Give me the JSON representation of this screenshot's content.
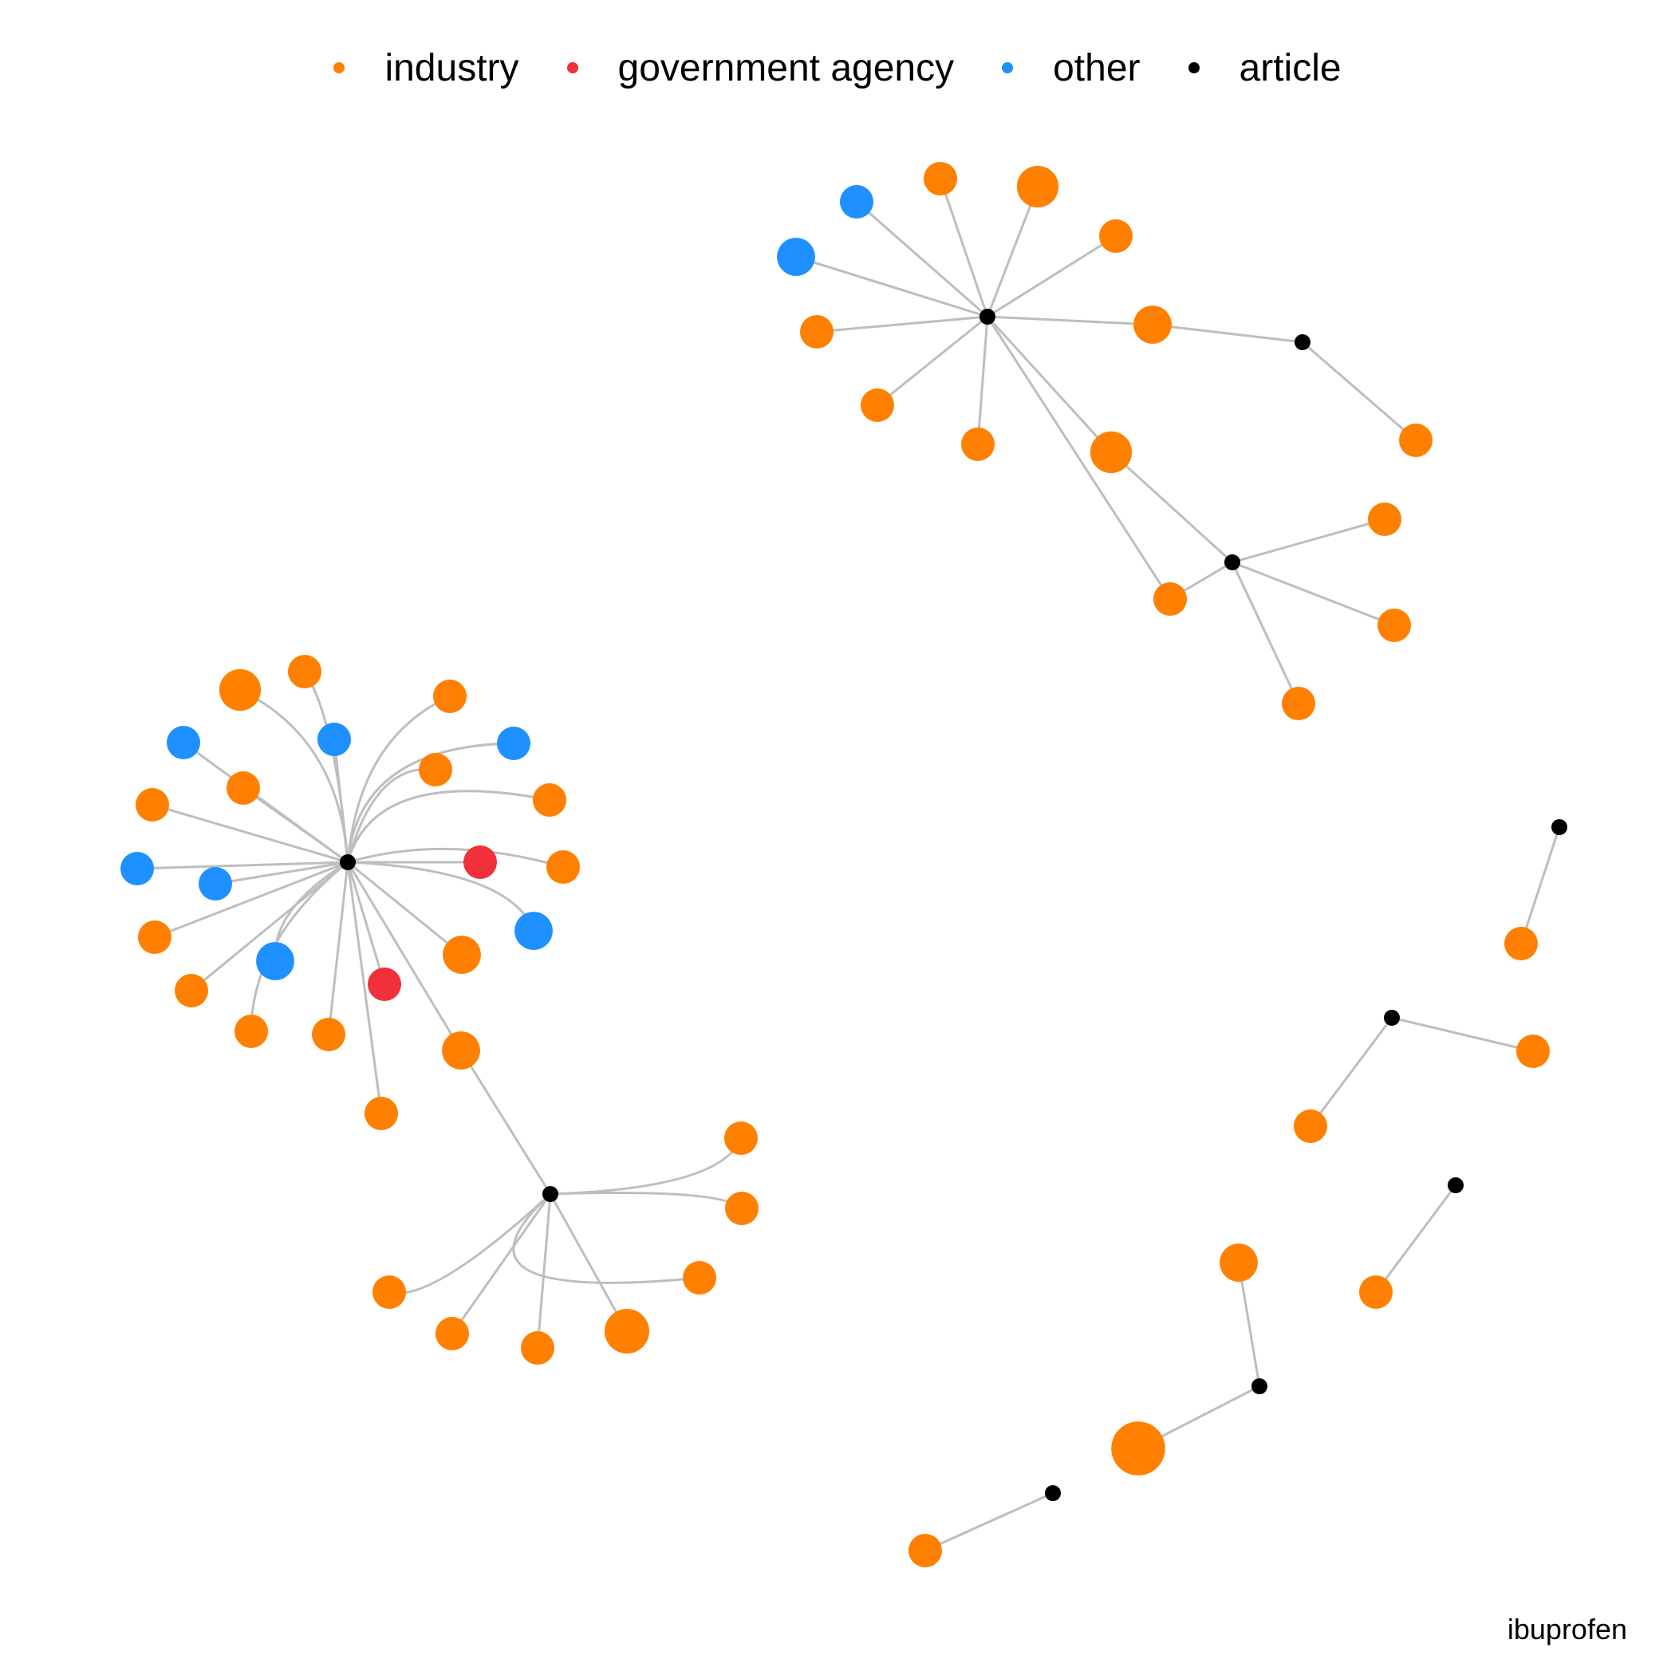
{
  "legend": {
    "items": [
      {
        "label": "industry",
        "color": "#FF8000"
      },
      {
        "label": "government agency",
        "color": "#F0303A"
      },
      {
        "label": "other",
        "color": "#1E90FF"
      },
      {
        "label": "article",
        "color": "#000000"
      }
    ]
  },
  "caption": "ibuprofen",
  "colors": {
    "edge": "#BEBEBE"
  },
  "network": {
    "nodes": [
      {
        "id": "A1",
        "type": "article"
      },
      {
        "id": "A2",
        "type": "article"
      },
      {
        "id": "A3",
        "type": "article"
      },
      {
        "id": "A4",
        "type": "article"
      },
      {
        "id": "A5",
        "type": "article"
      },
      {
        "id": "A6",
        "type": "article"
      },
      {
        "id": "A7",
        "type": "article"
      },
      {
        "id": "A8",
        "type": "article"
      },
      {
        "id": "A9",
        "type": "article"
      },
      {
        "id": "A10",
        "type": "article"
      },
      {
        "id": "b1",
        "type": "industry",
        "weight": 1
      },
      {
        "id": "b2",
        "type": "industry",
        "weight": 3
      },
      {
        "id": "b3",
        "type": "industry",
        "weight": 1
      },
      {
        "id": "b4",
        "type": "other",
        "weight": 1
      },
      {
        "id": "b5",
        "type": "industry",
        "weight": 1
      },
      {
        "id": "b6",
        "type": "industry",
        "weight": 1
      },
      {
        "id": "b7",
        "type": "other",
        "weight": 1
      },
      {
        "id": "b8",
        "type": "other",
        "weight": 1
      },
      {
        "id": "b9",
        "type": "industry",
        "weight": 1
      },
      {
        "id": "b10",
        "type": "industry",
        "weight": 1
      },
      {
        "id": "b11",
        "type": "industry",
        "weight": 1
      },
      {
        "id": "b12",
        "type": "other",
        "weight": 1
      },
      {
        "id": "b13",
        "type": "other",
        "weight": 1
      },
      {
        "id": "b14",
        "type": "government agency",
        "weight": 1
      },
      {
        "id": "b15",
        "type": "industry",
        "weight": 1
      },
      {
        "id": "b16",
        "type": "other",
        "weight": 2
      },
      {
        "id": "b17",
        "type": "industry",
        "weight": 1
      },
      {
        "id": "b18",
        "type": "other",
        "weight": 2
      },
      {
        "id": "b19",
        "type": "industry",
        "weight": 1
      },
      {
        "id": "b20",
        "type": "industry",
        "weight": 2
      },
      {
        "id": "b21",
        "type": "government agency",
        "weight": 1
      },
      {
        "id": "b22",
        "type": "industry",
        "weight": 1
      },
      {
        "id": "b23",
        "type": "industry",
        "weight": 1
      },
      {
        "id": "b24",
        "type": "industry",
        "weight": 2
      },
      {
        "id": "c1",
        "type": "industry",
        "weight": 1
      },
      {
        "id": "c2",
        "type": "industry",
        "weight": 1
      },
      {
        "id": "c3",
        "type": "industry",
        "weight": 1
      },
      {
        "id": "c4",
        "type": "industry",
        "weight": 1
      },
      {
        "id": "c5",
        "type": "industry",
        "weight": 1
      },
      {
        "id": "c6",
        "type": "industry",
        "weight": 1
      },
      {
        "id": "c7",
        "type": "industry",
        "weight": 4
      },
      {
        "id": "t1",
        "type": "other",
        "weight": 1
      },
      {
        "id": "t2",
        "type": "industry",
        "weight": 1
      },
      {
        "id": "t3",
        "type": "industry",
        "weight": 3
      },
      {
        "id": "t4",
        "type": "industry",
        "weight": 1
      },
      {
        "id": "t5",
        "type": "other",
        "weight": 2
      },
      {
        "id": "t6",
        "type": "industry",
        "weight": 1
      },
      {
        "id": "t7",
        "type": "industry",
        "weight": 2
      },
      {
        "id": "t8",
        "type": "industry",
        "weight": 1
      },
      {
        "id": "t9",
        "type": "industry",
        "weight": 1
      },
      {
        "id": "t10",
        "type": "industry",
        "weight": 3
      },
      {
        "id": "t11",
        "type": "industry",
        "weight": 1
      },
      {
        "id": "t12",
        "type": "industry",
        "weight": 1
      },
      {
        "id": "t13",
        "type": "industry",
        "weight": 1
      },
      {
        "id": "t14",
        "type": "industry",
        "weight": 1
      },
      {
        "id": "t15",
        "type": "industry",
        "weight": 1
      },
      {
        "id": "s1",
        "type": "industry",
        "weight": 1
      },
      {
        "id": "s2",
        "type": "industry",
        "weight": 1
      },
      {
        "id": "s3",
        "type": "industry",
        "weight": 1
      },
      {
        "id": "s4",
        "type": "industry",
        "weight": 1
      },
      {
        "id": "s5",
        "type": "industry",
        "weight": 2
      },
      {
        "id": "s6",
        "type": "industry",
        "weight": 8
      },
      {
        "id": "s7",
        "type": "industry",
        "weight": 1
      }
    ],
    "edges": [
      [
        "A1",
        "b1"
      ],
      [
        "A1",
        "b2"
      ],
      [
        "A1",
        "b3"
      ],
      [
        "A1",
        "b4"
      ],
      [
        "A1",
        "b5"
      ],
      [
        "A1",
        "b6"
      ],
      [
        "A1",
        "b7"
      ],
      [
        "A1",
        "b8"
      ],
      [
        "A1",
        "b9"
      ],
      [
        "A1",
        "b10"
      ],
      [
        "A1",
        "b11"
      ],
      [
        "A1",
        "b12"
      ],
      [
        "A1",
        "b13"
      ],
      [
        "A1",
        "b14"
      ],
      [
        "A1",
        "b15"
      ],
      [
        "A1",
        "b16"
      ],
      [
        "A1",
        "b17"
      ],
      [
        "A1",
        "b18"
      ],
      [
        "A1",
        "b19"
      ],
      [
        "A1",
        "b20"
      ],
      [
        "A1",
        "b21"
      ],
      [
        "A1",
        "b22"
      ],
      [
        "A1",
        "b23"
      ],
      [
        "A1",
        "b24"
      ],
      [
        "A2",
        "b24"
      ],
      [
        "A2",
        "c1"
      ],
      [
        "A2",
        "c2"
      ],
      [
        "A2",
        "c3"
      ],
      [
        "A2",
        "c4"
      ],
      [
        "A2",
        "c5"
      ],
      [
        "A2",
        "c6"
      ],
      [
        "A2",
        "c7"
      ],
      [
        "A3",
        "t1"
      ],
      [
        "A3",
        "t2"
      ],
      [
        "A3",
        "t3"
      ],
      [
        "A3",
        "t4"
      ],
      [
        "A3",
        "t5"
      ],
      [
        "A3",
        "t6"
      ],
      [
        "A3",
        "t7"
      ],
      [
        "A3",
        "t8"
      ],
      [
        "A3",
        "t9"
      ],
      [
        "A3",
        "t10"
      ],
      [
        "A3",
        "t11"
      ],
      [
        "A4",
        "t7"
      ],
      [
        "A4",
        "t12"
      ],
      [
        "A5",
        "t10"
      ],
      [
        "A5",
        "t13"
      ],
      [
        "A5",
        "t14"
      ],
      [
        "A5",
        "t15"
      ],
      [
        "A5",
        "t11"
      ],
      [
        "A6",
        "s1"
      ],
      [
        "A7",
        "s2"
      ],
      [
        "A7",
        "s3"
      ],
      [
        "A8",
        "s4"
      ],
      [
        "A9",
        "s5"
      ],
      [
        "A9",
        "s6"
      ],
      [
        "A10",
        "s7"
      ]
    ]
  }
}
